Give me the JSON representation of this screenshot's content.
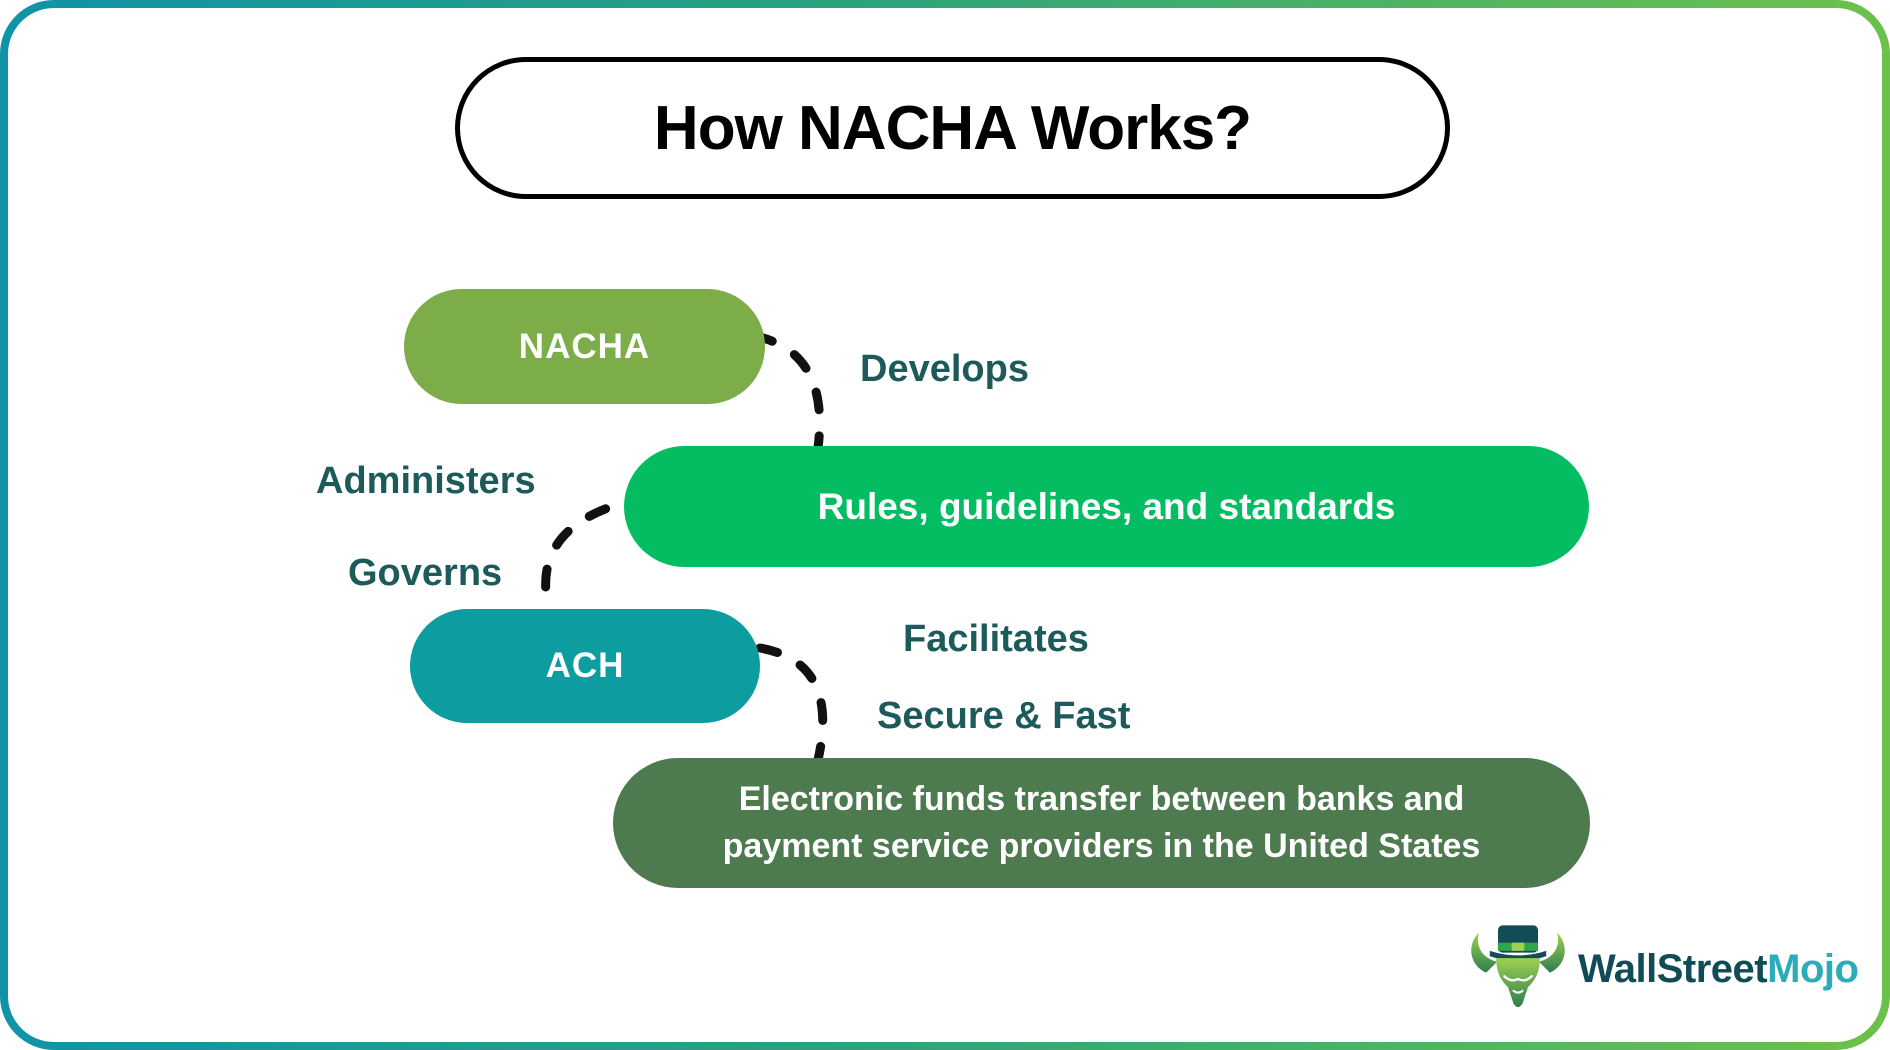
{
  "header": {
    "title": "How NACHA Works?"
  },
  "diagram": {
    "nacha": {
      "label": "NACHA",
      "color": "#7cad49"
    },
    "rules": {
      "label": "Rules, guidelines, and standards",
      "color": "#04bd63"
    },
    "ach": {
      "label": "ACH",
      "color": "#0d9da1"
    },
    "eft": {
      "lines": [
        "Electronic funds transfer between banks and",
        "payment service providers in the United States"
      ],
      "color": "#4e7a4f"
    },
    "edge_labels": {
      "develops": "Develops",
      "administers": "Administers",
      "governs": "Governs",
      "facilitates": "Facilitates",
      "secure_fast": "Secure & Fast"
    }
  },
  "branding": {
    "wordmark_part1": "WallStreet",
    "wordmark_part2": "Mojo"
  },
  "colors": {
    "frame_gradient_start": "#1193a7",
    "frame_gradient_end": "#6cc14b",
    "title_border": "#000000",
    "edge_label_text": "#1d5a5a",
    "connector": "#111111",
    "wordmark_dark": "#0f4c56",
    "wordmark_teal": "#2cabb8"
  }
}
